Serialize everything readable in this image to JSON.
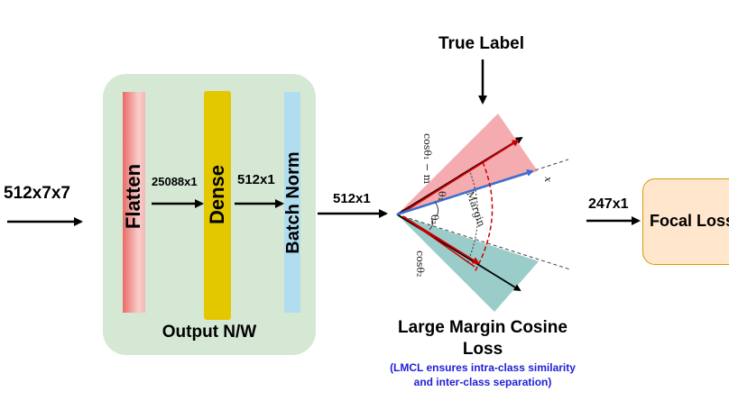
{
  "input": {
    "dims": "512x7x7"
  },
  "output_network": {
    "title": "Output N/W",
    "flatten": "Flatten",
    "dense": "Dense",
    "batch_norm": "Batch Norm",
    "flatten_to_dense_dims": "25088x1",
    "dense_to_bn_dims": "512x1"
  },
  "edge_to_loss_dims": "512x1",
  "lmcl": {
    "true_label": "True Label",
    "title": "Large Margin Cosine Loss",
    "note": "(LMCL ensures intra-class similarity and inter-class separation)",
    "annotations": {
      "cos1": "cosθ₁ − m",
      "cos2": "cosθ₂",
      "theta1": "θ₁",
      "theta2": "θ₂",
      "margin": "Margin",
      "x": "x"
    }
  },
  "focal": {
    "dims": "247x1",
    "label": "Focal Loss"
  },
  "colors": {
    "output_box": "#d5e8d4",
    "flatten": "#f8cecc",
    "dense": "#e3c800",
    "batch_norm": "#b1ddf0",
    "focal_box": "#ffe6cc",
    "note_text": "#1f1fd6",
    "red_sector": "#f4a3a8",
    "teal_sector": "#8fc7c3"
  }
}
